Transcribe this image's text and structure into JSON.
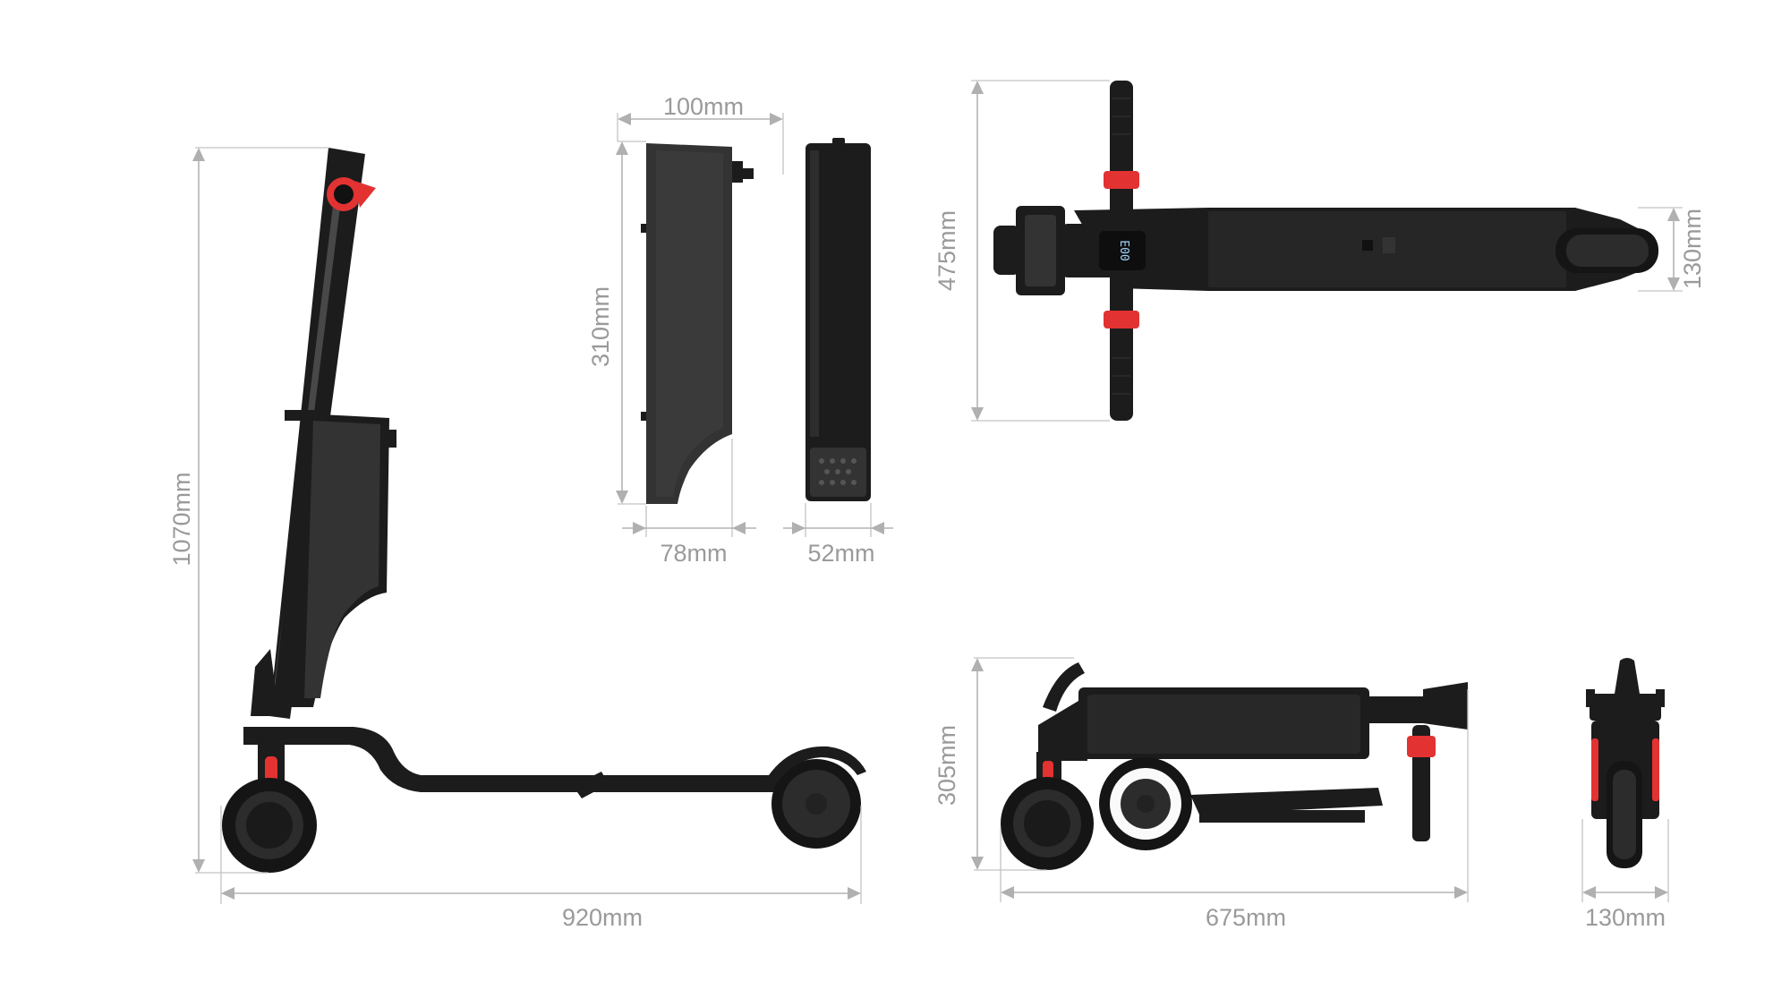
{
  "dimensions": {
    "scooter_height": "1070mm",
    "scooter_length": "920mm",
    "battery_width": "100mm",
    "battery_height": "310mm",
    "battery_depth": "78mm",
    "battery_thickness": "52mm",
    "top_handlebar_width": "475mm",
    "top_deck_width": "130mm",
    "folded_height": "305mm",
    "folded_length": "675mm",
    "folded_width": "130mm"
  },
  "display": {
    "speed_readout": "E00"
  },
  "colors": {
    "body": "#1c1c1c",
    "accent_red": "#e23232",
    "dimension_text": "#9a9a9a",
    "dimension_line": "#b4b4b4"
  }
}
